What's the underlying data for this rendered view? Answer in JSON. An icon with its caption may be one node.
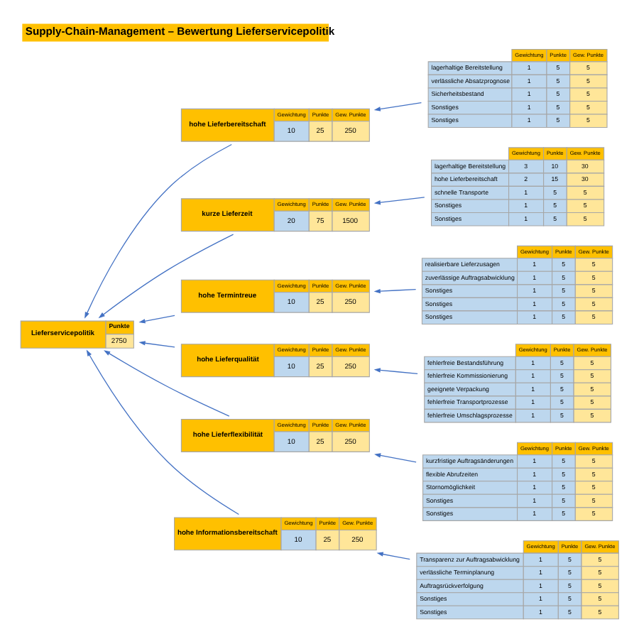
{
  "diagram": {
    "title": "Supply-Chain-Management – Bewertung Lieferservicepolitik",
    "nodes": [
      {
        "text": [
          "Lieferservicepolitik",
          "Punkte",
          "2750"
        ]
      },
      {
        "text": [
          "hohe Lieferbereitschaft",
          "Gewichtung",
          "Punkte",
          "Gew. Punkte",
          "10",
          "25",
          "250"
        ]
      },
      {
        "text": [
          "kurze Lieferzeit",
          "Gewichtung",
          "Punkte",
          "Gew. Punkte",
          "20",
          "75",
          "1500"
        ]
      },
      {
        "text": [
          "hohe Termintreue",
          "Gewichtung",
          "Punkte",
          "Gew. Punkte",
          "10",
          "25",
          "250"
        ]
      },
      {
        "text": [
          "hohe Lieferqualität",
          "Gewichtung",
          "Punkte",
          "Gew. Punkte",
          "10",
          "25",
          "250"
        ]
      },
      {
        "text": [
          "hohe Lieferflexibilität",
          "Gewichtung",
          "Punkte",
          "Gew. Punkte",
          "10",
          "25",
          "250"
        ]
      },
      {
        "text": [
          "hohe Informationsbereitschaft",
          "Gewichtung",
          "Punkte",
          "Gew. Punkte",
          "10",
          "25",
          "250"
        ]
      },
      {
        "text": [
          "Gewichtung",
          "Punkte",
          "Gew. Punkte",
          "lagerhaltige Bereitstellung",
          "1",
          "5",
          "5",
          "verlässliche Absatzprognose",
          "1",
          "5",
          "5",
          "Sicherheitsbestand",
          "1",
          "5",
          "5",
          "Sonstiges",
          "1",
          "5",
          "5",
          "Sonstiges",
          "1",
          "5",
          "5"
        ]
      },
      {
        "text": [
          "Gewichtung",
          "Punkte",
          "Gew. Punkte",
          "lagerhaltige Bereitstellung",
          "3",
          "10",
          "30",
          "hohe Lieferbereitschaft",
          "2",
          "15",
          "30",
          "schnelle Transporte",
          "1",
          "5",
          "5",
          "Sonstiges",
          "1",
          "5",
          "5",
          "Sonstiges",
          "1",
          "5",
          "5"
        ]
      },
      {
        "text": [
          "Gewichtung",
          "Punkte",
          "Gew. Punkte",
          "realisierbare Lieferzusagen",
          "1",
          "5",
          "5",
          "zuverlässige Auftragsabwicklung",
          "1",
          "5",
          "5",
          "Sonstiges",
          "1",
          "5",
          "5",
          "Sonstiges",
          "1",
          "5",
          "5",
          "Sonstiges",
          "1",
          "5",
          "5"
        ]
      },
      {
        "text": [
          "Gewichtung",
          "Punkte",
          "Gew. Punkte",
          "fehlerfreie Bestandsführung",
          "1",
          "5",
          "5",
          "fehlerfreie Kommissionierung",
          "1",
          "5",
          "5",
          "geeignete Verpackung",
          "1",
          "5",
          "5",
          "fehlerfreie Transportprozesse",
          "1",
          "5",
          "5",
          "fehlerfreie Umschlagsprozesse",
          "1",
          "5",
          "5"
        ]
      },
      {
        "text": [
          "Gewichtung",
          "Punkte",
          "Gew. Punkte",
          "kurzfristige Auftragsänderungen",
          "1",
          "5",
          "5",
          "flexible Abrufzeiten",
          "1",
          "5",
          "5",
          "Stornomöglichkeit",
          "1",
          "5",
          "5",
          "Sonstiges",
          "1",
          "5",
          "5",
          "Sonstiges",
          "1",
          "5",
          "5"
        ]
      },
      {
        "text": [
          "Gewichtung",
          "Punkte",
          "Gew. Punkte",
          "Transparenz zur Auftragsabwicklung",
          "1",
          "5",
          "5",
          "verlässliche Terminplanung",
          "1",
          "5",
          "5",
          "Auftragsrückverfolgung",
          "1",
          "5",
          "5",
          "Sonstiges",
          "1",
          "5",
          "5",
          "Sonstiges",
          "1",
          "5",
          "5"
        ]
      }
    ],
    "edges": [
      {
        "from": 7,
        "to": 1,
        "arrow": "to"
      },
      {
        "from": 8,
        "to": 2,
        "arrow": "to"
      },
      {
        "from": 9,
        "to": 3,
        "arrow": "to"
      },
      {
        "from": 10,
        "to": 4,
        "arrow": "to"
      },
      {
        "from": 11,
        "to": 5,
        "arrow": "to"
      },
      {
        "from": 12,
        "to": 6,
        "arrow": "to"
      },
      {
        "from": 1,
        "to": 0,
        "arrow": "to"
      },
      {
        "from": 2,
        "to": 0,
        "arrow": "to"
      },
      {
        "from": 3,
        "to": 0,
        "arrow": "to"
      },
      {
        "from": 4,
        "to": 0,
        "arrow": "to"
      },
      {
        "from": 5,
        "to": 0,
        "arrow": "to"
      },
      {
        "from": 6,
        "to": 0,
        "arrow": "to"
      }
    ]
  }
}
